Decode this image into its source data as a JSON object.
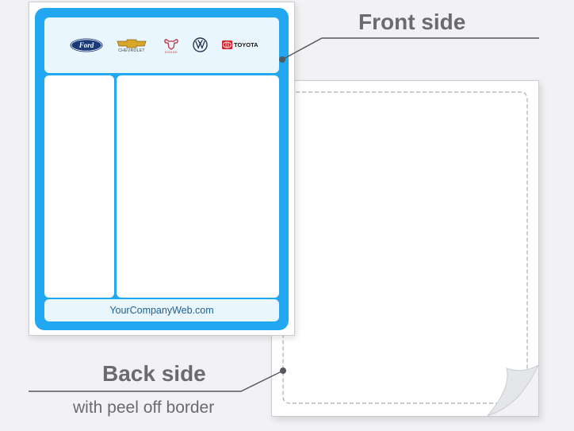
{
  "labels": {
    "front_side": "Front side",
    "back_side": "Back side",
    "back_side_sub": "with peel off border"
  },
  "front": {
    "footer_url": "YourCompanyWeb.com",
    "logos": {
      "ford": "Ford",
      "chevrolet": "CHEVROLET",
      "dodge": "DODGE",
      "toyota": "TOYOTA"
    },
    "frame_color": "#21a8f0",
    "panel_color": "#eaf6fd"
  },
  "colors": {
    "label_gray": "#6b6b6e",
    "leader_line": "#55585c",
    "dashed_border": "#a9adb2"
  }
}
